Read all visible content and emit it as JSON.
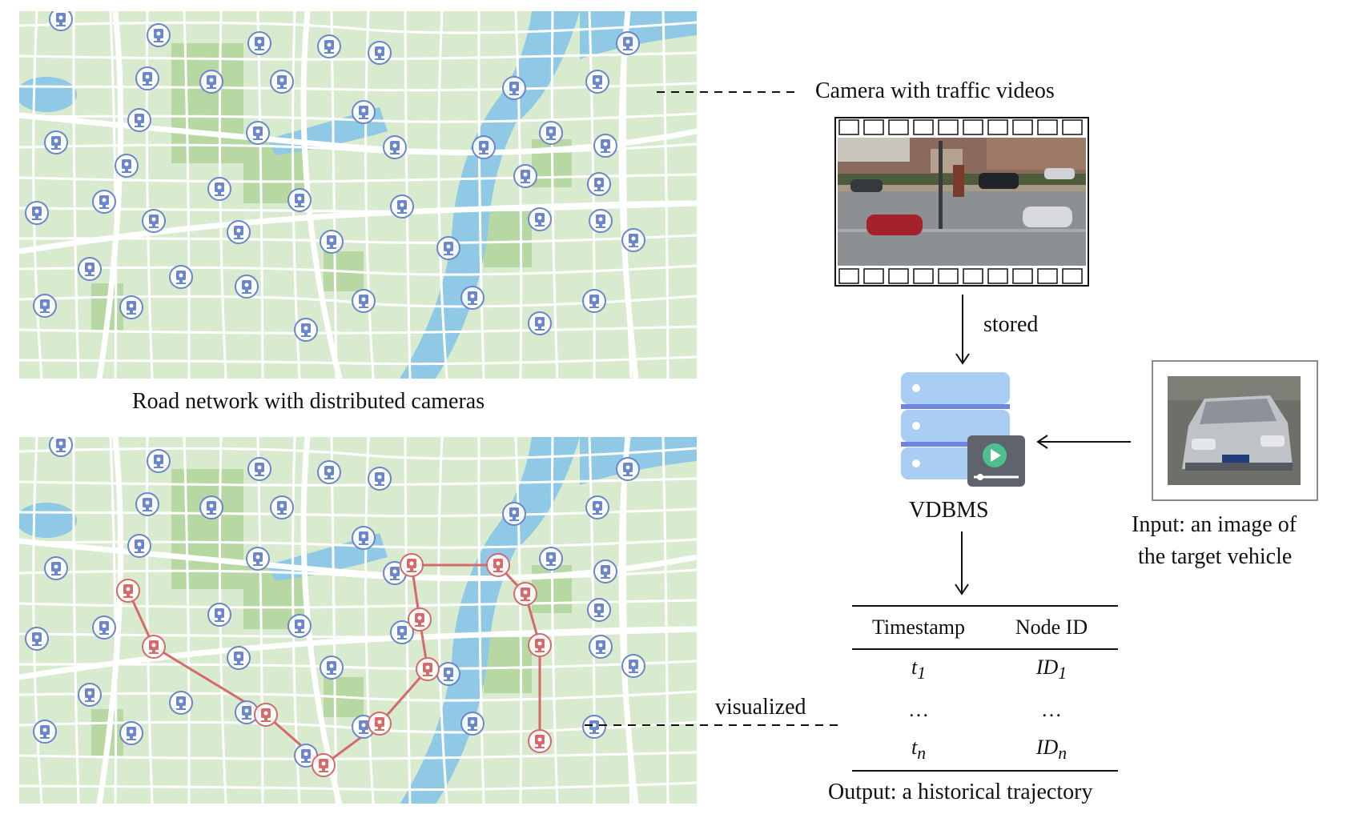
{
  "top_map": {
    "caption": "Road network with distributed cameras",
    "camera_count": 44
  },
  "bottom_map": {
    "trajectory_color": "#d46a6a",
    "camera_color": "#6b86c9"
  },
  "camera_panel": {
    "label": "Camera with traffic videos"
  },
  "arrows": {
    "stored_label": "stored",
    "visualized_label": "visualized"
  },
  "vdbms": {
    "label": "VDBMS",
    "server_color": "#a9cdf3",
    "server_stripe_color": "#6f86e0",
    "player_color": "#5f646c",
    "play_color": "#4fc08d"
  },
  "input": {
    "label_line1": "Input: an image of",
    "label_line2": "the target vehicle",
    "image_icon": "vehicle-photo"
  },
  "output_table": {
    "headers": [
      "Timestamp",
      "Node ID"
    ],
    "rows": [
      {
        "timestamp": "t",
        "timestamp_sub": "1",
        "node": "ID",
        "node_sub": "1"
      },
      {
        "timestamp": "…",
        "timestamp_sub": "",
        "node": "…",
        "node_sub": ""
      },
      {
        "timestamp": "t",
        "timestamp_sub": "n",
        "node": "ID",
        "node_sub": "n"
      }
    ],
    "caption": "Output: a historical trajectory"
  },
  "colors": {
    "map_green": "#d9ebcf",
    "map_park": "#b7d7a3",
    "map_water": "#8fc9e6",
    "map_road": "#ffffff"
  }
}
